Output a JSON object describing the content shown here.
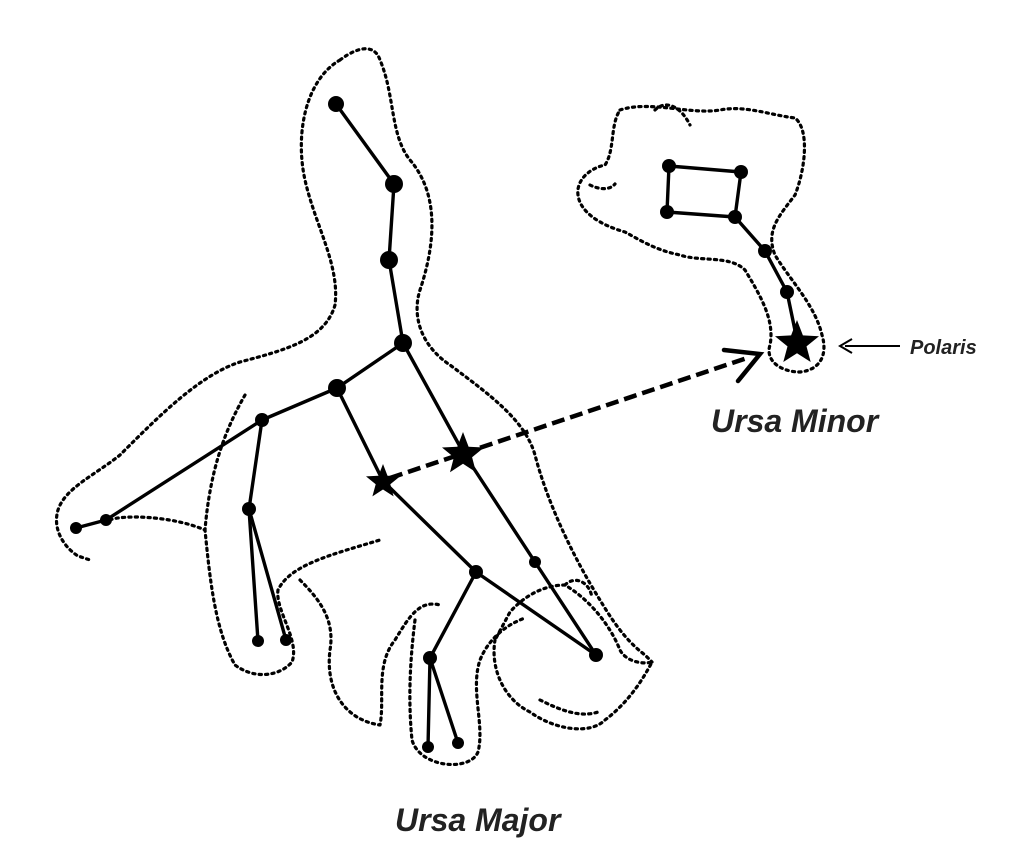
{
  "labels": {
    "ursa_major": "Ursa Major",
    "ursa_minor": "Ursa Minor",
    "polaris": "Polaris"
  },
  "colors": {
    "ink": "#000000",
    "label": "#222222",
    "background": "#ffffff"
  }
}
